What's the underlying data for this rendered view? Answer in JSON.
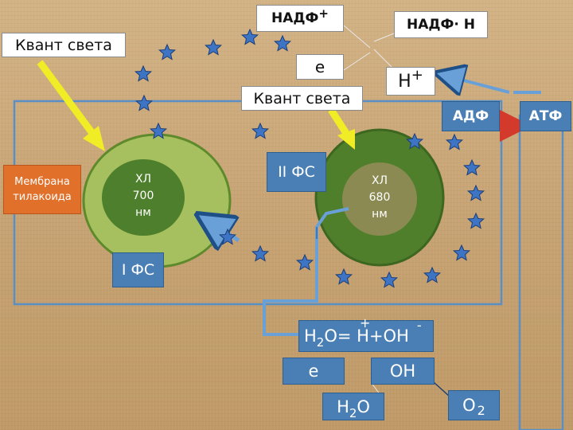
{
  "top": {
    "nadp_label": "НАДФ",
    "nadp_charge": "+",
    "nadph_label": "НАДФ· Н",
    "electron_label": "е",
    "proton_label": "Н",
    "proton_charge": "+"
  },
  "light": {
    "left_label": "Квант света",
    "center_label": "Квант света"
  },
  "membrane_label": "Мембрана тилакоида",
  "ps1": {
    "label": "I ФС",
    "chl_line1": "ХЛ",
    "chl_line2": "700",
    "chl_line3": "нм"
  },
  "ps2": {
    "label": "II ФС",
    "chl_line1": "ХЛ",
    "chl_line2": "680",
    "chl_line3": "нм"
  },
  "energy": {
    "adp_label": "АДФ",
    "atp_label": "АТФ"
  },
  "water": {
    "equation_h": "Н",
    "equation_sub": "2",
    "equation_rest": "О= Н",
    "equation_plus": "+",
    "equation_oh": "+ОН",
    "equation_minus": "-",
    "electron_label": "е",
    "oh_label": "ОН",
    "water_h": "Н",
    "water_sub": "2",
    "water_o": "О",
    "oxygen_o": "О",
    "oxygen_sub": "2"
  },
  "colors": {
    "ps1_outer": "#a6c05f",
    "ps1_inner": "#4e7f2c",
    "ps2_outer": "#4f7f2a",
    "ps2_inner": "#8a8a52",
    "box_blue": "#4a7fb5",
    "arrow_yellow": "#f0ec26",
    "arrow_red": "#d33a2c"
  }
}
